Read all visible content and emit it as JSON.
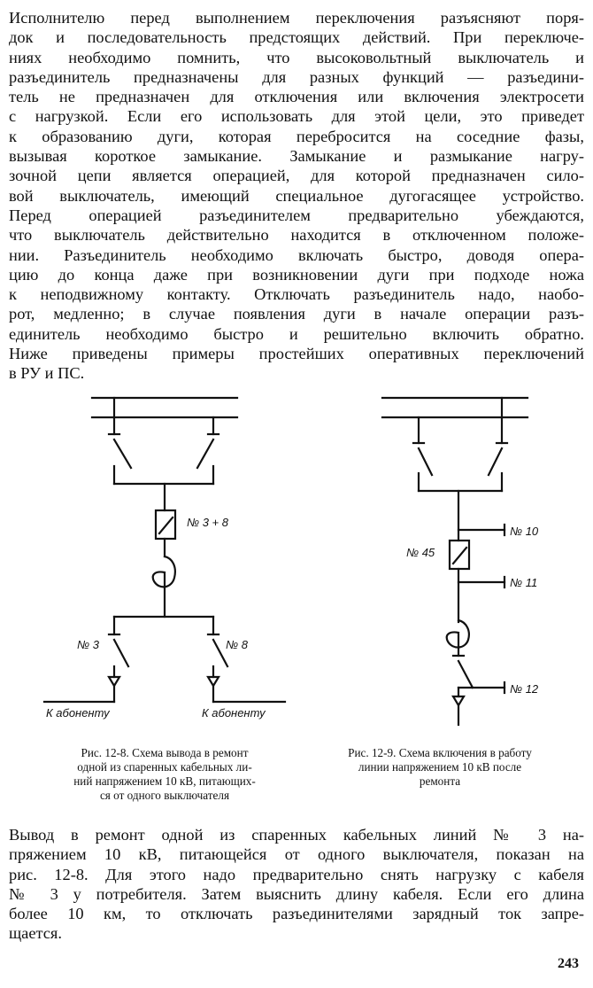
{
  "paragraph1": [
    "Исполнителю перед выполнением переключения разъясняют поря-",
    "док и последовательность предстоящих действий. При переключе-",
    "ниях необходимо помнить, что высоковольтный выключатель и",
    "разъединитель предназначены для разных функций — разъедини-",
    "тель не предназначен для отключения или включения электросети",
    "с нагрузкой. Если его использовать для этой цели, это приведет",
    "к образованию дуги, которая перебросится на соседние фазы,",
    "вызывая короткое замыкание. Замыкание и размыкание нагру-",
    "зочной цепи является операцией, для которой предназначен сило-",
    "вой выключатель, имеющий специальное дугогасящее устройство.",
    "Перед операцией разъединителем предварительно убеждаются,",
    "что выключатель действительно находится в отключенном положе-",
    "нии. Разъединитель необходимо включать быстро, доводя опера-",
    "цию до конца даже при возникновении дуги при подходе ножа",
    "к неподвижному контакту. Отключать разъединитель надо, наобо-",
    "рот, медленно; в случае появления дуги в начале операции разъ-",
    "единитель необходимо быстро и решительно включить обратно.",
    "Ниже приведены примеры простейших оперативных переключений",
    "в РУ и ПС."
  ],
  "figure1": {
    "breaker_label": "№ 3 + 8",
    "left_label": "№ 3",
    "right_label": "№ 8",
    "left_consumer": "К абоненту",
    "right_consumer": "К абоненту",
    "caption": [
      "Рис. 12-8. Схема вывода в ремонт",
      "одной из спаренных кабельных ли-",
      "ний напряжением 10 кВ, питающих-",
      "ся от одного выключателя"
    ]
  },
  "figure2": {
    "breaker_label": "№ 45",
    "label_10": "№ 10",
    "label_11": "№ 11",
    "label_12": "№ 12",
    "caption": [
      "Рис. 12-9. Схема включения в работу",
      "линии напряжением 10 кВ после",
      "ремонта"
    ]
  },
  "paragraph2": [
    "Вывод в ремонт одной из спаренных кабельных линий № 3 на-",
    "пряжением 10 кВ, питающейся от одного выключателя, показан на",
    "рис. 12-8. Для этого надо предварительно снять нагрузку с кабеля",
    "№ 3 у потребителя. Затем выяснить длину кабеля. Если его длина",
    "более 10 км, то отключать разъединителями зарядный ток запре-",
    "щается."
  ],
  "page_number": "243"
}
